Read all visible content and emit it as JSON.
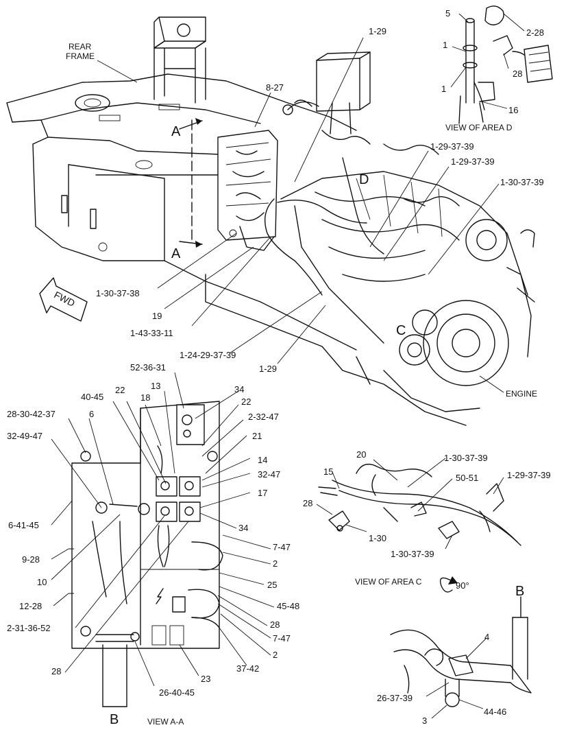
{
  "labels": {
    "rear": "REAR",
    "frame": "FRAME",
    "fwd": "FWD",
    "engine": "ENGINE",
    "view_d": "VIEW OF AREA  D",
    "view_c": "VIEW OF AREA C",
    "view_aa": "VIEW A-A",
    "deg90": "90°",
    "a_top": "A",
    "a_bot": "A",
    "d": "D",
    "c": "C",
    "b_top": "B",
    "b_bot": "B"
  },
  "callouts": {
    "c5": "5",
    "c2_28": "2-28",
    "c1a": "1",
    "c28a": "28",
    "c1b": "1",
    "c16": "16",
    "c1_29a": "1-29",
    "c8_27": "8-27",
    "c1_29_37_39a": "1-29-37-39",
    "c1_29_37_39b": "1-29-37-39",
    "c1_30_37_39a": "1-30-37-39",
    "c1_30_37_38": "1-30-37-38",
    "c19": "19",
    "c1_43_33_11": "1-43-33-11",
    "c1_24_29_37_39": "1-24-29-37-39",
    "c1_29b": "1-29",
    "c52_36_31": "52-36-31",
    "c13": "13",
    "c40_45": "40-45",
    "c22a": "22",
    "c18": "18",
    "c34a": "34",
    "c22b": "22",
    "c28_30_42_37": "28-30-42-37",
    "c6": "6",
    "c2_32_47": "2-32-47",
    "c21": "21",
    "c32_49_47": "32-49-47",
    "c14": "14",
    "c32_47": "32-47",
    "c17": "17",
    "c6_41_45": "6-41-45",
    "c34b": "34",
    "c7_47a": "7-47",
    "c9_28": "9-28",
    "c2a": "2",
    "c10": "10",
    "c25": "25",
    "c12_28": "12-28",
    "c45_48": "45-48",
    "c2_31_36_52": "2-31-36-52",
    "c28b": "28",
    "c7_47b": "7-47",
    "c2b": "2",
    "c28c": "28",
    "c37_42": "37-42",
    "c23": "23",
    "c26_40_45": "26-40-45",
    "c20": "20",
    "c1_30_37_39b": "1-30-37-39",
    "c15": "15",
    "c50_51": "50-51",
    "c1_29_37_39c": "1-29-37-39",
    "c28d": "28",
    "c1_30": "1-30",
    "c1_30_37_39c": "1-30-37-39",
    "c4": "4",
    "c26_37_39": "26-37-39",
    "c44_46": "44-46",
    "c3": "3"
  }
}
